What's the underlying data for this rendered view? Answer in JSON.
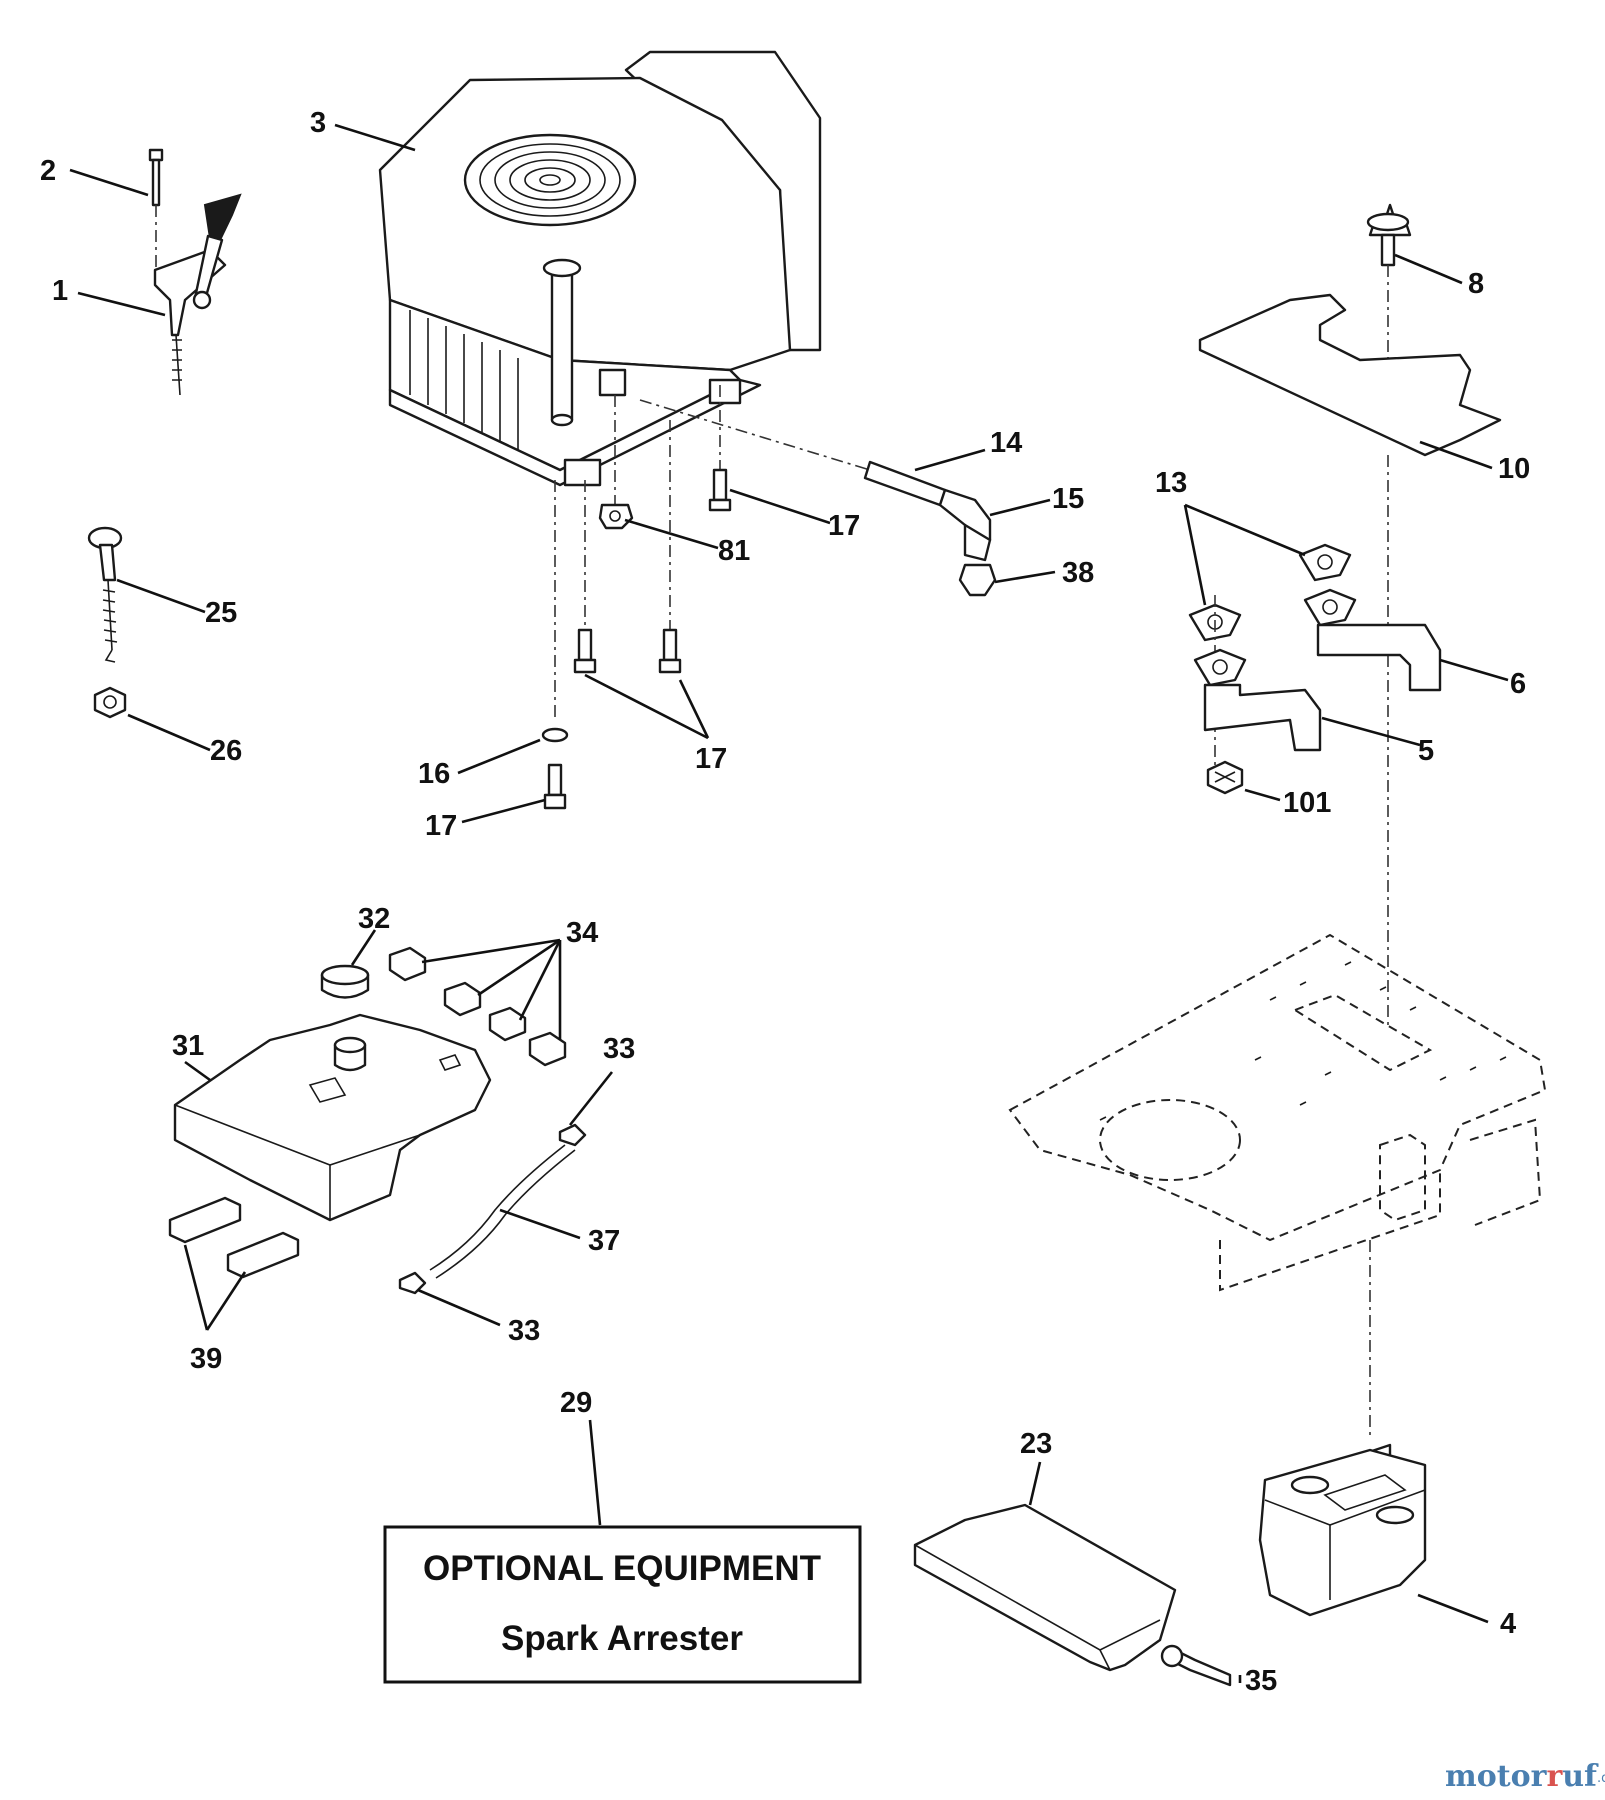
{
  "callouts": {
    "c3": "3",
    "c2": "2",
    "c1": "1",
    "c8": "8",
    "c10": "10",
    "c14": "14",
    "c15": "15",
    "c17a": "17",
    "c81": "81",
    "c38": "38",
    "c13": "13",
    "c6": "6",
    "c5": "5",
    "c101": "101",
    "c25": "25",
    "c26": "26",
    "c16": "16",
    "c17b": "17",
    "c17c": "17",
    "c32": "32",
    "c34": "34",
    "c31": "31",
    "c33a": "33",
    "c37": "37",
    "c33b": "33",
    "c39": "39",
    "c29": "29",
    "c23": "23",
    "c35": "35",
    "c4": "4"
  },
  "optional_box": {
    "title": "OPTIONAL EQUIPMENT",
    "subtitle": "Spark Arrester"
  },
  "watermark": {
    "brand_a": "motor",
    "brand_b": "uf",
    "tld": ".de"
  }
}
